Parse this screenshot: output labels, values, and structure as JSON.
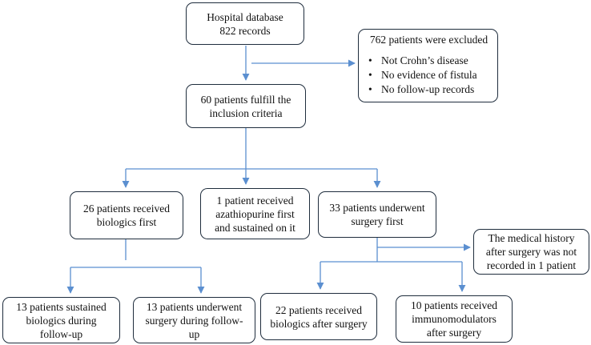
{
  "colors": {
    "arrow": "#5b8fd0",
    "box_border": "#1f2d3d",
    "text": "#111111",
    "background": "#ffffff"
  },
  "boxes": {
    "database": {
      "lines": [
        "Hospital database",
        "822 records"
      ]
    },
    "excluded": {
      "title": "762 patients were excluded",
      "items": [
        "Not Crohn’s disease",
        "No evidence of fistula",
        "No follow-up records"
      ]
    },
    "inclusion": {
      "lines": [
        "60 patients fulfill the",
        "inclusion criteria"
      ]
    },
    "biologics_first": {
      "lines": [
        "26 patients received",
        "biologics first"
      ]
    },
    "azathiopurine_first": {
      "lines": [
        "1 patient received",
        "azathiopurine first",
        "and sustained on it"
      ]
    },
    "surgery_first": {
      "lines": [
        "33 patients underwent",
        "surgery first"
      ]
    },
    "not_recorded": {
      "lines": [
        "The medical history",
        "after surgery was not",
        "recorded in 1 patient"
      ]
    },
    "sustained_biologics": {
      "lines": [
        "13 patients sustained",
        "biologics during",
        "follow-up"
      ]
    },
    "surgery_followup": {
      "lines": [
        "13 patients underwent",
        "surgery during follow-",
        "up"
      ]
    },
    "biologics_after_surgery": {
      "lines": [
        "22 patients received",
        "biologics after surgery"
      ]
    },
    "immunomodulators_after_surgery": {
      "lines": [
        "10 patients received",
        "immunomodulators",
        "after surgery"
      ]
    }
  }
}
